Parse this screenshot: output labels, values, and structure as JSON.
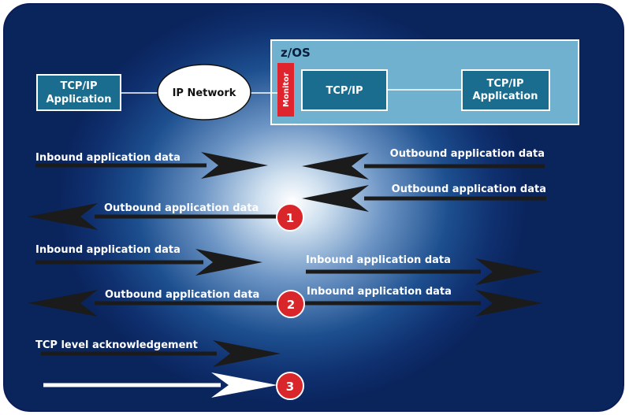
{
  "zos": {
    "label": "z/OS",
    "monitor": "Monitor",
    "tcpip": "TCP/IP",
    "app_line1": "TCP/IP",
    "app_line2": "Application"
  },
  "client_app": {
    "line1": "TCP/IP",
    "line2": "Application"
  },
  "network": {
    "label": "IP Network"
  },
  "labels": {
    "inbound": "Inbound application data",
    "outbound": "Outbound application data",
    "tcp_ack": "TCP level acknowledgement"
  },
  "steps": [
    "1",
    "2",
    "3"
  ],
  "colors": {
    "box_fill": "#1a6d8e",
    "zos_fill": "#6fb1cf",
    "monitor": "#e0242d",
    "badge": "#d8262b",
    "arrow": "#1b1b1b"
  }
}
